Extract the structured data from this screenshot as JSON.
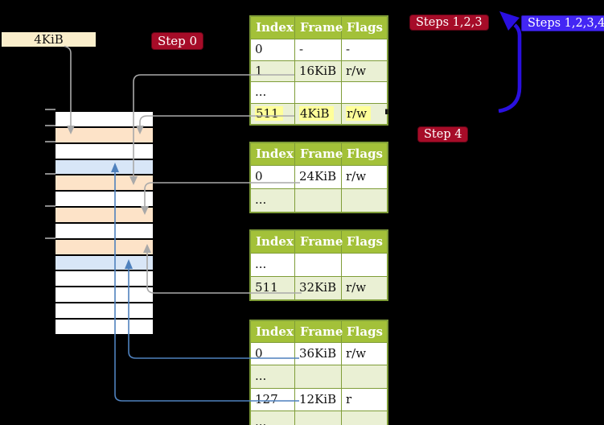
{
  "colors": {
    "background": "#000000",
    "table_header_bg": "#a3c139",
    "table_border": "#7f9d38",
    "table_row_bg": "#ffffff",
    "table_row_alt_bg": "#eaf0d4",
    "highlight_bg": "#ffff99",
    "badge_red_bg": "#a60c28",
    "badge_blue_bg": "#4326f4",
    "frame_peach": "#fde3c8",
    "frame_blue": "#d8e6f7",
    "frame_white": "#ffffff",
    "connector_gray": "#a9a9a9",
    "connector_blue": "#4f81bd",
    "loop_arrow_blue": "#2a10e0",
    "label_bg": "#faeecb"
  },
  "page_size_label": "4KiB",
  "badges": {
    "step0": {
      "label": "Step 0",
      "style": "red"
    },
    "steps123": {
      "label": "Steps 1,2,3",
      "style": "red"
    },
    "steps1234": {
      "label": "Steps 1,2,3,4",
      "style": "blue"
    },
    "step4": {
      "label": "Step 4",
      "style": "red"
    }
  },
  "tables": [
    {
      "id": "page-table-1",
      "headers": [
        "Index",
        "Frame",
        "Flags"
      ],
      "rows": [
        [
          "0",
          "-",
          "-"
        ],
        [
          "1",
          "16KiB",
          "r/w"
        ],
        [
          "...",
          "",
          ""
        ],
        [
          "511",
          "4KiB",
          "r/w"
        ]
      ],
      "highlight_row": 3
    },
    {
      "id": "page-table-2",
      "headers": [
        "Index",
        "Frame",
        "Flags"
      ],
      "rows": [
        [
          "0",
          "24KiB",
          "r/w"
        ],
        [
          "...",
          "",
          ""
        ]
      ]
    },
    {
      "id": "page-table-3",
      "headers": [
        "Index",
        "Frame",
        "Flags"
      ],
      "rows": [
        [
          "...",
          "",
          ""
        ],
        [
          "511",
          "32KiB",
          "r/w"
        ]
      ]
    },
    {
      "id": "page-table-4",
      "headers": [
        "Index",
        "Frame",
        "Flags"
      ],
      "rows": [
        [
          "0",
          "36KiB",
          "r/w"
        ],
        [
          "...",
          "",
          ""
        ],
        [
          "127",
          "12KiB",
          "r"
        ],
        [
          "...",
          "",
          ""
        ]
      ]
    }
  ],
  "memory_strip": {
    "rows": [
      "white",
      "peach",
      "white",
      "blue",
      "peach",
      "white",
      "peach",
      "white",
      "peach",
      "blue",
      "white",
      "white",
      "white",
      "white"
    ]
  }
}
